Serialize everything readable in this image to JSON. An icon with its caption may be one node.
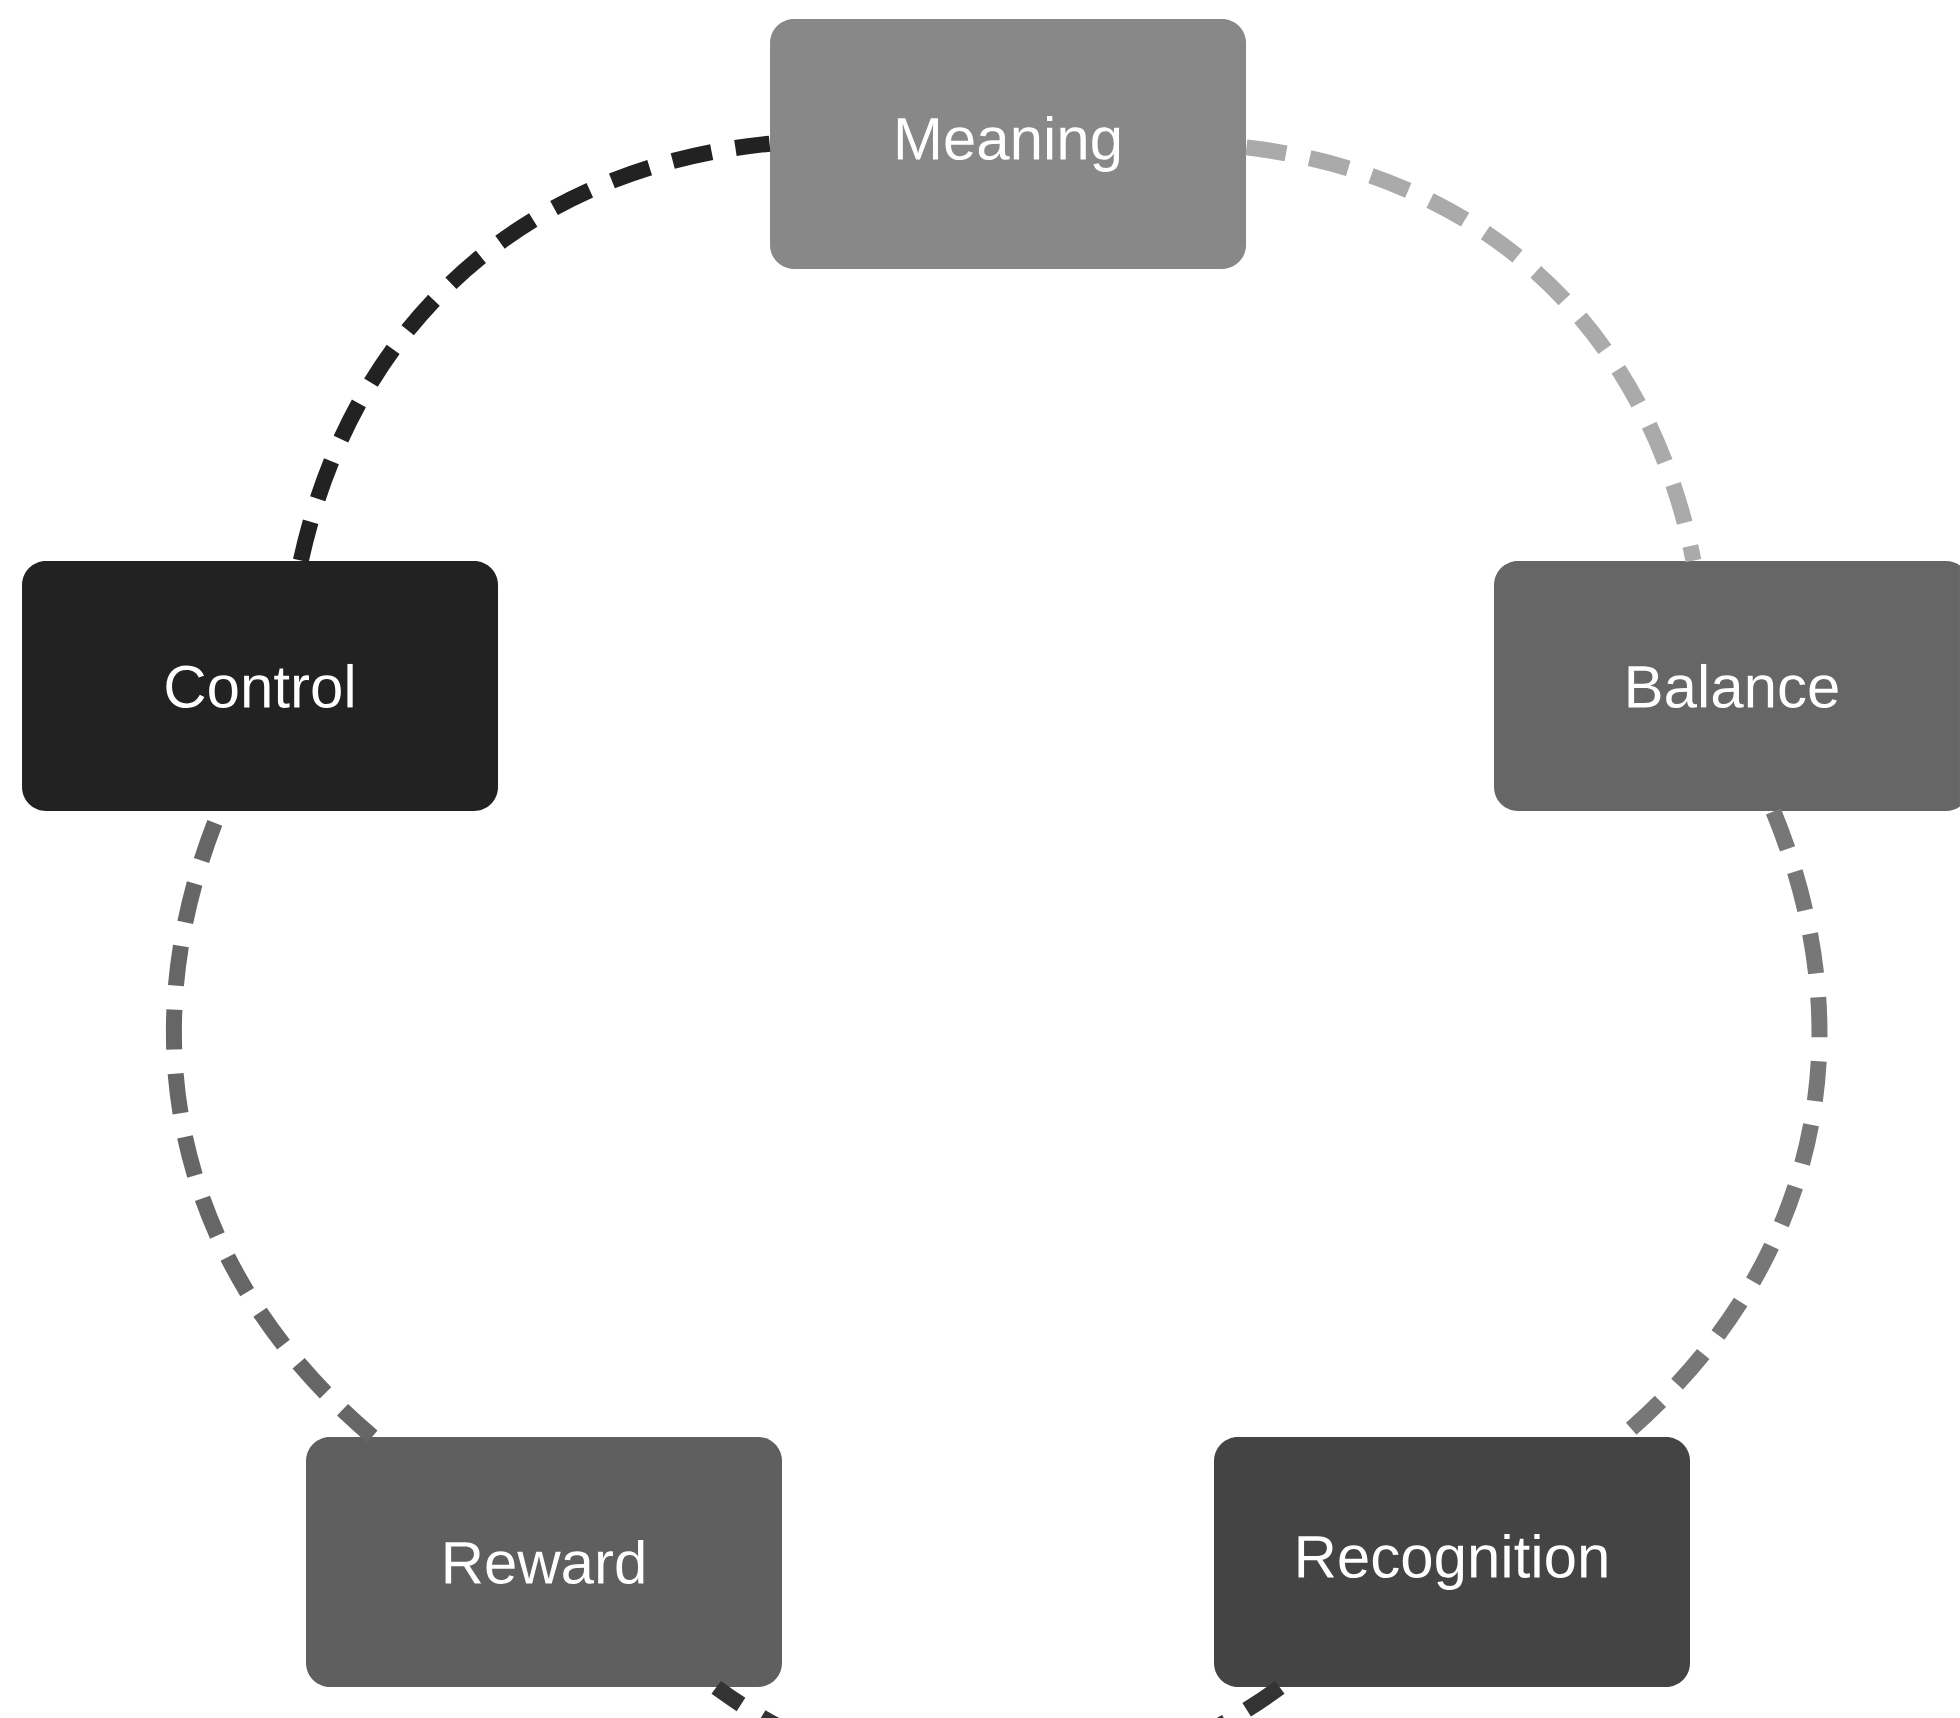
{
  "diagram": {
    "nodes": [
      {
        "text": [
          "Meaning"
        ]
      },
      {
        "text": [
          "Balance"
        ]
      },
      {
        "text": [
          "Recognition"
        ]
      },
      {
        "text": [
          "Reward"
        ]
      },
      {
        "text": [
          "Control"
        ]
      }
    ],
    "edges": [
      {
        "from": 0,
        "to": 1,
        "arrow": "none",
        "style": "dashed",
        "color": "#aaaaaa"
      },
      {
        "from": 1,
        "to": 2,
        "arrow": "none",
        "style": "dashed",
        "color": "#777777"
      },
      {
        "from": 2,
        "to": 3,
        "arrow": "none",
        "style": "dashed",
        "color": "#333333"
      },
      {
        "from": 3,
        "to": 4,
        "arrow": "none",
        "style": "dashed",
        "color": "#666666"
      },
      {
        "from": 4,
        "to": 0,
        "arrow": "none",
        "style": "dashed",
        "color": "#222222"
      }
    ]
  }
}
